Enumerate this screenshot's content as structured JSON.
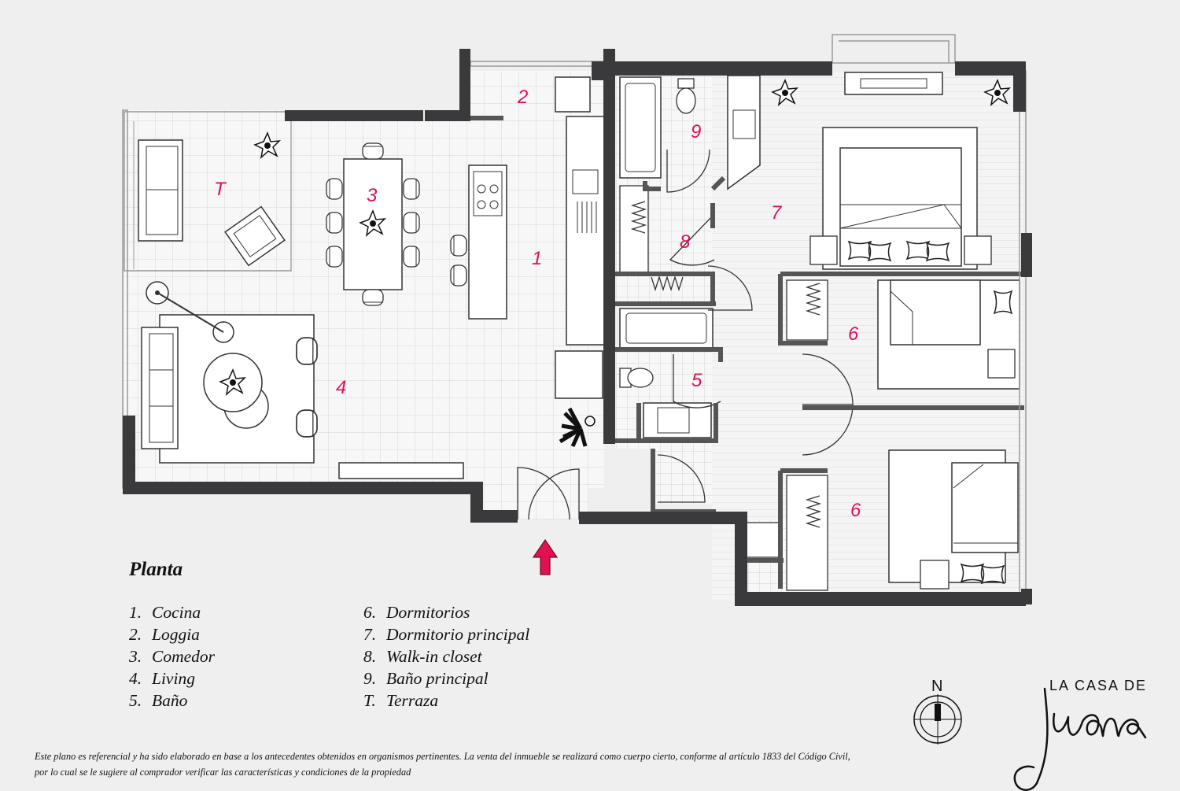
{
  "rooms": {
    "r1": "1",
    "r2": "2",
    "r3": "3",
    "r4": "4",
    "r5": "5",
    "r6a": "6",
    "r6b": "6",
    "r7": "7",
    "r8": "8",
    "r9": "9",
    "rT": "T"
  },
  "legend": {
    "title": "Planta",
    "items": [
      {
        "num": "1.",
        "name": "Cocina"
      },
      {
        "num": "2.",
        "name": "Loggia"
      },
      {
        "num": "3.",
        "name": "Comedor"
      },
      {
        "num": "4.",
        "name": "Living"
      },
      {
        "num": "5.",
        "name": "Baño"
      },
      {
        "num": "6.",
        "name": "Dormitorios"
      },
      {
        "num": "7.",
        "name": "Dormitorio principal"
      },
      {
        "num": "8.",
        "name": "Walk-in closet"
      },
      {
        "num": "9.",
        "name": "Baño principal"
      },
      {
        "num": "T.",
        "name": "Terraza"
      }
    ]
  },
  "disclaimer": "Este plano es referencial y ha sido elaborado en base a los antecedentes obtenidos en organismos pertinentes.  La venta del inmueble se realizará como cuerpo cierto, conforme al artículo 1833 del Código Civil, por lo cual se le sugiere al comprador verificar las características y condiciones de la propiedad",
  "compass_label": "N",
  "brand": {
    "line1": "LA CASA DE",
    "line2": "Juana"
  },
  "colors": {
    "wall": "#3a3a3c",
    "label": "#e0114f",
    "background": "#efefef",
    "floor": "#f7f7f7"
  }
}
